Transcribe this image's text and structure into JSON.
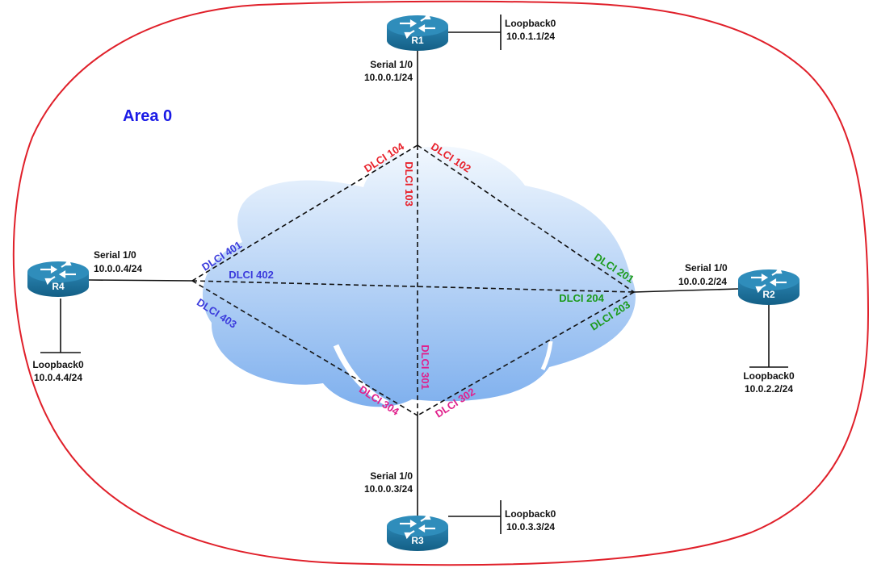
{
  "area": {
    "label": "Area 0",
    "color": "#1a1ae6",
    "border_color": "#e0202a"
  },
  "routers": {
    "r1": {
      "name": "R1",
      "serial": "Serial 1/0",
      "serial_ip": "10.0.0.1/24",
      "loopback": "Loopback0",
      "loopback_ip": "10.0.1.1/24"
    },
    "r2": {
      "name": "R2",
      "serial": "Serial 1/0",
      "serial_ip": "10.0.0.2/24",
      "loopback": "Loopback0",
      "loopback_ip": "10.0.2.2/24"
    },
    "r3": {
      "name": "R3",
      "serial": "Serial 1/0",
      "serial_ip": "10.0.0.3/24",
      "loopback": "Loopback0",
      "loopback_ip": "10.0.3.3/24"
    },
    "r4": {
      "name": "R4",
      "serial": "Serial 1/0",
      "serial_ip": "10.0.0.4/24",
      "loopback": "Loopback0",
      "loopback_ip": "10.0.4.4/24"
    }
  },
  "dlci": {
    "r1": {
      "color": "#e8202a",
      "d104": "DLCI 104",
      "d102": "DLCI 102",
      "d103": "DLCI 103"
    },
    "r4": {
      "color": "#3b3bdc",
      "d401": "DLCI 401",
      "d402": "DLCI 402",
      "d403": "DLCI 403"
    },
    "r2": {
      "color": "#1a9a1a",
      "d201": "DLCI 201",
      "d204": "DLCI 204",
      "d203": "DLCI 203"
    },
    "r3": {
      "color": "#e0208c",
      "d301": "DLCI 301",
      "d304": "DLCI 304",
      "d302": "DLCI 302"
    }
  }
}
